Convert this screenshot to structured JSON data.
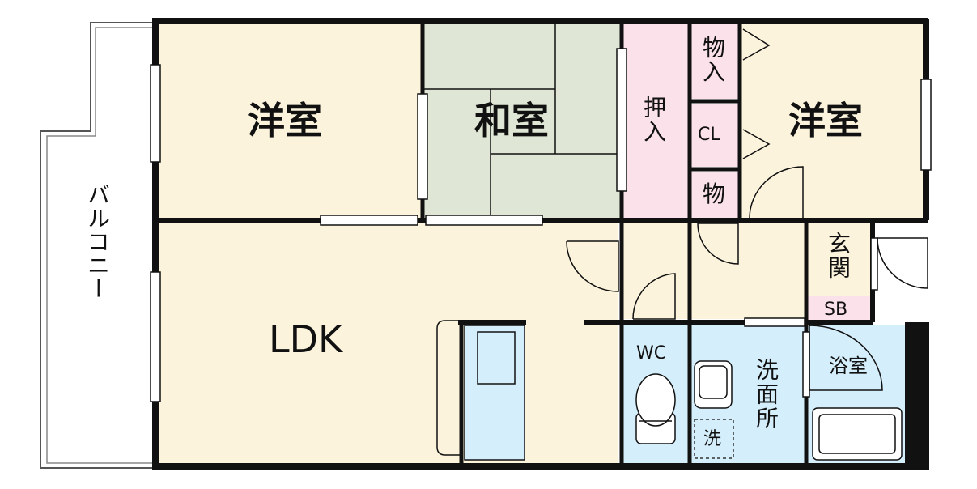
{
  "rooms": {
    "western_left": "洋室",
    "japanese": "和室",
    "oshiire": "押入",
    "monoire_top": "物入",
    "closet": "CL",
    "mono_small": "物",
    "western_right": "洋室",
    "ldk": "LDK",
    "genkan": "玄関",
    "shoe_box": "SB",
    "toilet": "WC",
    "washroom": "洗面所",
    "washer": "洗",
    "bathroom": "浴室",
    "balcony": "バルコニー"
  },
  "colors": {
    "wall": "#111111",
    "western_floor": "#fbf3dc",
    "tatami": "#dfe6d5",
    "storage": "#fbe1ea",
    "water": "#d5eefb",
    "balcony": "#ffffff"
  }
}
